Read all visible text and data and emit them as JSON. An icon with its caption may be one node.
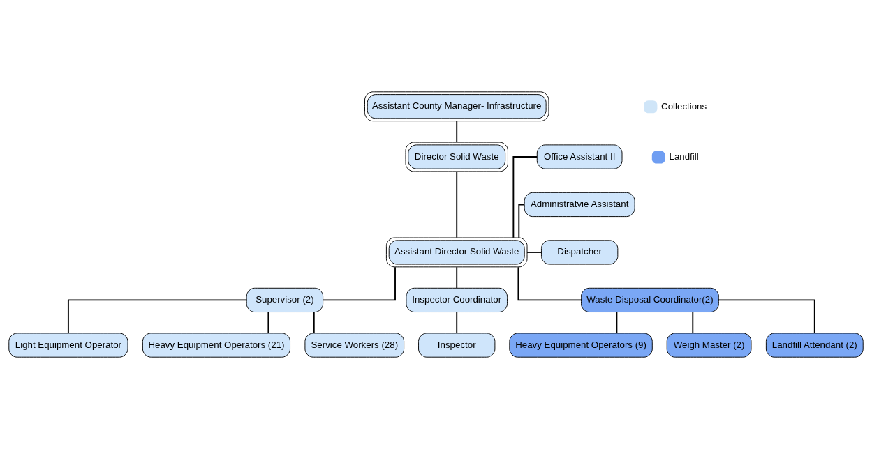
{
  "diagram": {
    "nodes": [
      {
        "text": [
          "Assistant County Manager- Infrastructure"
        ]
      },
      {
        "text": [
          "Director Solid Waste"
        ]
      },
      {
        "text": [
          "Assistant Director Solid Waste"
        ]
      },
      {
        "text": [
          "Office Assistant II"
        ]
      },
      {
        "text": [
          "Administratvie Assistant"
        ]
      },
      {
        "text": [
          "Dispatcher"
        ]
      },
      {
        "text": [
          "Supervisor (2)"
        ]
      },
      {
        "text": [
          "Inspector Coordinator"
        ]
      },
      {
        "text": [
          "Waste Disposal Coordinator(2)"
        ]
      },
      {
        "text": [
          "Light Equipment Operator"
        ]
      },
      {
        "text": [
          "Heavy Equipment Operators (21)"
        ]
      },
      {
        "text": [
          "Service Workers (28)"
        ]
      },
      {
        "text": [
          "Inspector"
        ]
      },
      {
        "text": [
          "Heavy Equipment Operators (9)"
        ]
      },
      {
        "text": [
          "Weigh Master (2)"
        ]
      },
      {
        "text": [
          "Landfill Attendant (2)"
        ]
      }
    ],
    "edges": [
      {
        "from": 0,
        "to": 1,
        "arrow": "none"
      },
      {
        "from": 1,
        "to": 2,
        "arrow": "none"
      },
      {
        "from": 2,
        "to": 3,
        "arrow": "none"
      },
      {
        "from": 2,
        "to": 4,
        "arrow": "none"
      },
      {
        "from": 2,
        "to": 5,
        "arrow": "none"
      },
      {
        "from": 2,
        "to": 6,
        "arrow": "none"
      },
      {
        "from": 2,
        "to": 7,
        "arrow": "none"
      },
      {
        "from": 2,
        "to": 8,
        "arrow": "none"
      },
      {
        "from": 6,
        "to": 9,
        "arrow": "none"
      },
      {
        "from": 6,
        "to": 10,
        "arrow": "none"
      },
      {
        "from": 6,
        "to": 11,
        "arrow": "none"
      },
      {
        "from": 7,
        "to": 12,
        "arrow": "none"
      },
      {
        "from": 8,
        "to": 13,
        "arrow": "none"
      },
      {
        "from": 8,
        "to": 14,
        "arrow": "none"
      },
      {
        "from": 8,
        "to": 15,
        "arrow": "none"
      }
    ],
    "legend": [
      {
        "text": "Collections",
        "color": "#cfe5f8"
      },
      {
        "text": "Landfill",
        "color": "#6f9ef2"
      }
    ]
  }
}
